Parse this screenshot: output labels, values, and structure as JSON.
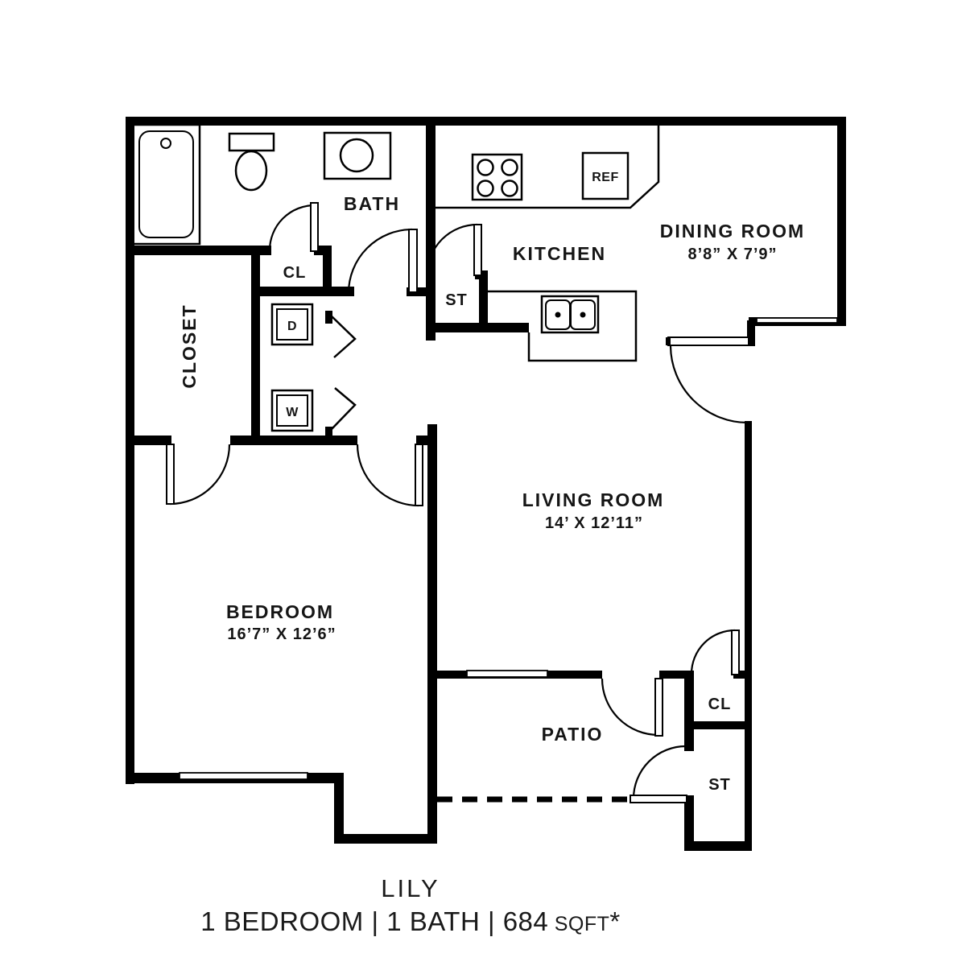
{
  "title": "LILY",
  "subtitle": {
    "main": "1 BEDROOM | 1 BATH | 684",
    "unit": " SQFT",
    "note": "*"
  },
  "rooms": {
    "bath": {
      "label": "BATH"
    },
    "walk_in_closet": {
      "label": "CLOSET"
    },
    "kitchen": {
      "label": "KITCHEN"
    },
    "dining_room": {
      "label": "DINING ROOM",
      "dimensions": "8’8” X 7’9”"
    },
    "living_room": {
      "label": "LIVING ROOM",
      "dimensions": "14’ X 12’11”"
    },
    "bedroom": {
      "label": "BEDROOM",
      "dimensions": "16’7” X 12’6”"
    },
    "patio": {
      "label": "PATIO"
    }
  },
  "closets": {
    "bath_closet": "CL",
    "kitchen_storage": "ST",
    "patio_closet": "CL",
    "patio_storage": "ST"
  },
  "appliances": {
    "refrigerator": "REF",
    "dryer": "D",
    "washer": "W"
  },
  "colors": {
    "line": "#000000",
    "background": "#ffffff"
  }
}
